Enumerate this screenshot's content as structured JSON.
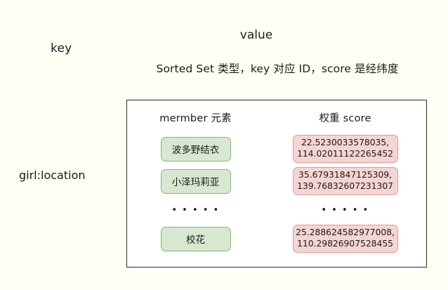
{
  "diagram": {
    "key_header": "key",
    "value_header": "value",
    "value_description": "Sorted Set 类型，key 对应 ID，score 是经纬度",
    "key_name": "girl:location",
    "table": {
      "columns": [
        "mermber 元素",
        "权重 score"
      ],
      "rows": [
        {
          "member": "波多野结衣",
          "score_line1": "22.5230033578035,",
          "score_line2": "114.02011122265452"
        },
        {
          "member": "小泽玛莉亚",
          "score_line1": "35.67931847125309,",
          "score_line2": "139.76832607231307"
        }
      ],
      "ellipsis_member": "• • • • •",
      "ellipsis_score": "• • • • •",
      "last_row": {
        "member": "校花",
        "score_line1": "25.288624582977008,",
        "score_line2": "110.29826907528455"
      }
    }
  },
  "colors": {
    "background": "#fffff4",
    "box_border": "#2b2b26",
    "member_fill": "#d8e8d0",
    "member_border": "#84b57a",
    "score_fill": "#f5d5d3",
    "score_border": "#d99a9a"
  }
}
